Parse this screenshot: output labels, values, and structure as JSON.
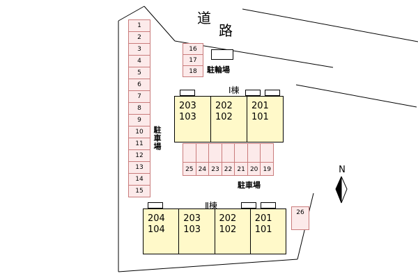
{
  "road": {
    "char_top": "道",
    "char_bottom": "路"
  },
  "north_label": "N",
  "labels": {
    "bicycle_parking": "駐輪場",
    "parking_lot_left": "駐車場",
    "parking_lot_center": "駐車場",
    "building_1": "Ⅰ棟",
    "building_2": "Ⅱ棟"
  },
  "parking": {
    "left_column": [
      "1",
      "2",
      "3",
      "4",
      "5",
      "6",
      "7",
      "8",
      "9",
      "10",
      "11",
      "12",
      "13",
      "14",
      "15"
    ],
    "bicycle_cells": [
      "16",
      "17",
      "18"
    ],
    "center_row": [
      "25",
      "24",
      "23",
      "22",
      "21",
      "20",
      "19"
    ],
    "single_cell": "26"
  },
  "buildings": {
    "building_1": {
      "name": "Ⅰ棟",
      "units": [
        {
          "upper": "203",
          "lower": "103"
        },
        {
          "upper": "202",
          "lower": "102"
        },
        {
          "upper": "201",
          "lower": "101"
        }
      ]
    },
    "building_2": {
      "name": "Ⅱ棟",
      "units": [
        {
          "upper": "204",
          "lower": "104"
        },
        {
          "upper": "203",
          "lower": "103"
        },
        {
          "upper": "202",
          "lower": "102"
        },
        {
          "upper": "201",
          "lower": "101"
        }
      ]
    }
  },
  "colors": {
    "parking_fill": "#FCEAEA",
    "parking_border": "#C97B7B",
    "building_fill": "#FFF9C9",
    "line": "#000000",
    "background": "#FFFFFF"
  }
}
